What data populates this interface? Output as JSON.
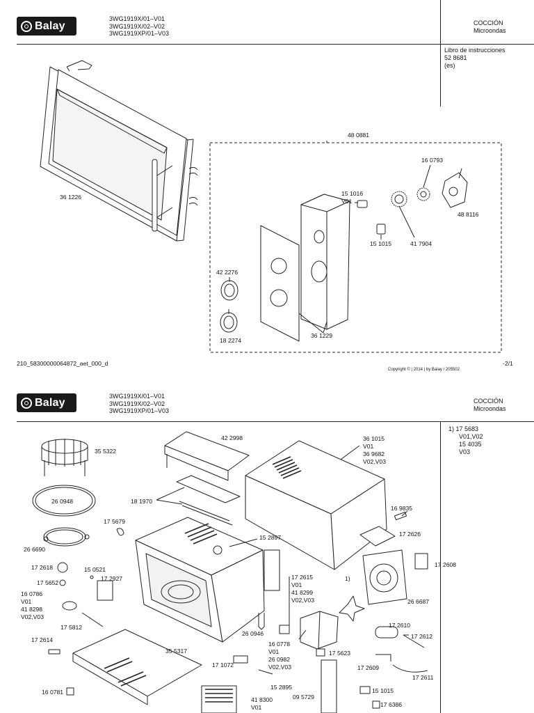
{
  "sheet1": {
    "logo_text": "Balay",
    "models": [
      "3WG1919X/01–V01",
      "3WG1919X/02–V02",
      "3WG1919XP/01–V03"
    ],
    "category": [
      "COCCIÓN",
      "Microondas"
    ],
    "info": [
      "Libro de instrucciones",
      "52 8681",
      "(es)"
    ],
    "group_label": "48 0881",
    "parts": {
      "door": "36 1226",
      "motor_gear": "16 0793",
      "switch": "15 1016",
      "switch_variant": "V01",
      "timer_motor": "48 8116",
      "switch2": "15 1015",
      "gear": "41 7904",
      "knob1": "42 2276",
      "knob2": "18 2274",
      "panel": "36 1229"
    },
    "footer_code": "210_58300000064872_aet_000_d",
    "copyright": "Copyright © | 2014 | by Balay / 205502",
    "page": "-2/1"
  },
  "sheet2": {
    "logo_text": "Balay",
    "models": [
      "3WG1919X/01–V01",
      "3WG1919X/02–V02",
      "3WG1919XP/01–V03"
    ],
    "category": [
      "COCCIÓN",
      "Microondas"
    ],
    "note": [
      "1)  17 5683",
      "V01,V02",
      "15 4035",
      "V03"
    ],
    "labels": [
      {
        "id": "grill",
        "text": "35 5322"
      },
      {
        "id": "top-cover",
        "text": "42 2998"
      },
      {
        "id": "housing",
        "text": "36 1015"
      },
      {
        "id": "housing-v1",
        "text": "V01"
      },
      {
        "id": "housing-alt",
        "text": "36 9682"
      },
      {
        "id": "housing-v2",
        "text": "V02,V03"
      },
      {
        "id": "turntable",
        "text": "26 0948"
      },
      {
        "id": "rails",
        "text": "18 1970"
      },
      {
        "id": "fuse",
        "text": "16 9835"
      },
      {
        "id": "clip",
        "text": "17 5679"
      },
      {
        "id": "cavity",
        "text": "15 2897"
      },
      {
        "id": "board",
        "text": "17 2626"
      },
      {
        "id": "ring",
        "text": "26 6690"
      },
      {
        "id": "bracket-a",
        "text": "17 2608"
      },
      {
        "id": "coupler",
        "text": "17 2618"
      },
      {
        "id": "spring",
        "text": "15 0521"
      },
      {
        "id": "plate",
        "text": "17 2927"
      },
      {
        "id": "washer",
        "text": "17 5652"
      },
      {
        "id": "motor",
        "text": "16 0786"
      },
      {
        "id": "motor-v1",
        "text": "V01"
      },
      {
        "id": "motor-alt",
        "text": "41 8298"
      },
      {
        "id": "motor-v2",
        "text": "V02,V03"
      },
      {
        "id": "switch-a",
        "text": "17 2615"
      },
      {
        "id": "switch-a-v1",
        "text": "V01"
      },
      {
        "id": "switch-a-alt",
        "text": "41 8299"
      },
      {
        "id": "switch-a-v2",
        "text": "V02,V03"
      },
      {
        "id": "fan-note",
        "text": "1)"
      },
      {
        "id": "fan-motor",
        "text": "26 6687"
      },
      {
        "id": "lead",
        "text": "17 5812"
      },
      {
        "id": "lamp",
        "text": "26 0946"
      },
      {
        "id": "capacitor",
        "text": "17 2610"
      },
      {
        "id": "diode",
        "text": "17 2612"
      },
      {
        "id": "bracket-b",
        "text": "17 2614"
      },
      {
        "id": "base",
        "text": "35 5317"
      },
      {
        "id": "magnetron",
        "text": "16 0778"
      },
      {
        "id": "magnetron-v1",
        "text": "V01"
      },
      {
        "id": "magnetron-alt",
        "text": "26 0982"
      },
      {
        "id": "magnetron-v2",
        "text": "V02,V03"
      },
      {
        "id": "thermo",
        "text": "17 5623"
      },
      {
        "id": "clamp",
        "text": "17 2609"
      },
      {
        "id": "cable",
        "text": "17 2611"
      },
      {
        "id": "holder",
        "text": "17 1072"
      },
      {
        "id": "fuse2",
        "text": "15 2895"
      },
      {
        "id": "foot",
        "text": "16 0781"
      },
      {
        "id": "transformer",
        "text": "41 8300"
      },
      {
        "id": "transformer-v1",
        "text": "V01"
      },
      {
        "id": "switch-b",
        "text": "09 5729"
      },
      {
        "id": "switch-c",
        "text": "15 1015"
      },
      {
        "id": "switch-d",
        "text": "17 6386"
      }
    ]
  }
}
